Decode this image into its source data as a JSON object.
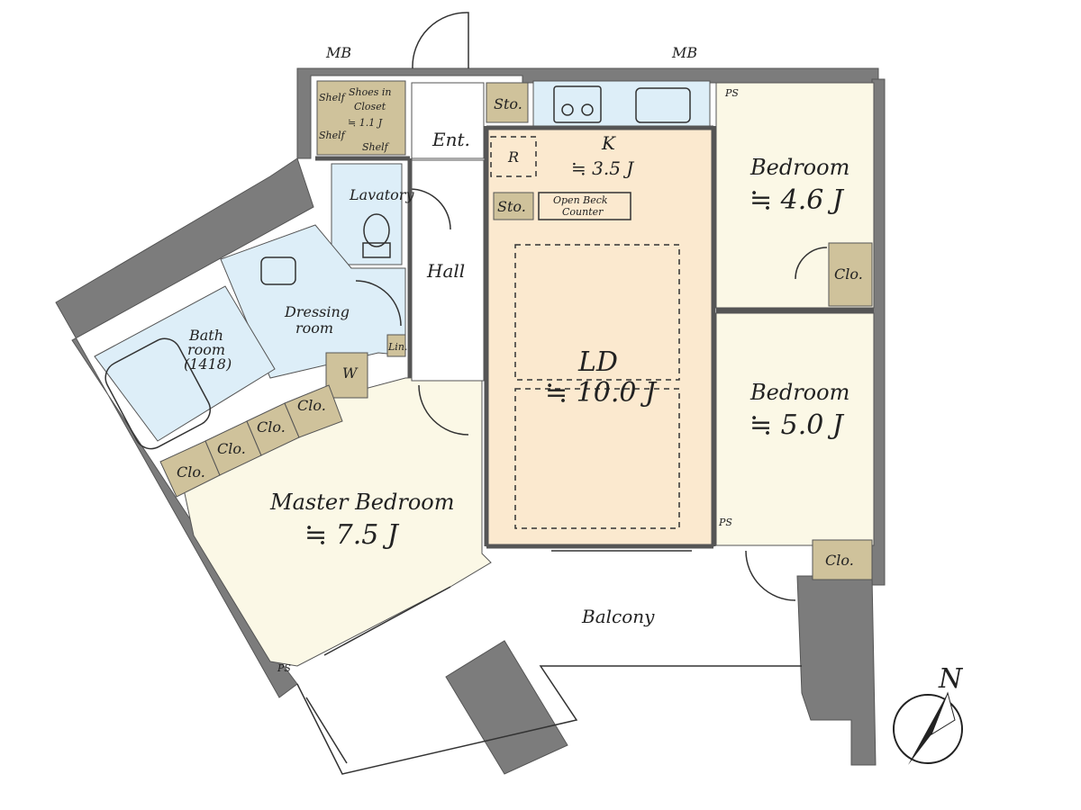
{
  "colors": {
    "living": "#fbe9cf",
    "bedroom": "#fbf8e6",
    "wet": "#ddeef8",
    "storage": "#cfc29b",
    "wall": "#7c7c7c",
    "outside": "#ffffff"
  },
  "labels": {
    "mb_left": "MB",
    "mb_right": "MB",
    "shoes": [
      "Shoes in",
      "Closet",
      "≒ 1.1 J"
    ],
    "shelf": "Shelf",
    "sto": "Sto.",
    "ps": "PS",
    "ent": "Ent.",
    "k_name": "K",
    "k_size": "≒ 3.5 J",
    "fridge": "R",
    "counter": [
      "Open Beck",
      "Counter"
    ],
    "lavatory": "Lavatory",
    "hall": "Hall",
    "dressing": [
      "Dressing",
      "room"
    ],
    "bath": [
      "Bath",
      "room",
      "(1418)"
    ],
    "lin": "Lin.",
    "washer": "W",
    "clo": "Clo.",
    "ld_name": "LD",
    "ld_size": "≒ 10.0 J",
    "bed1_name": "Bedroom",
    "bed1_size": "≒ 4.6 J",
    "bed2_name": "Bedroom",
    "bed2_size": "≒ 5.0 J",
    "master_name": "Master Bedroom",
    "master_size": "≒ 7.5 J",
    "balcony": "Balcony",
    "north": "N"
  }
}
